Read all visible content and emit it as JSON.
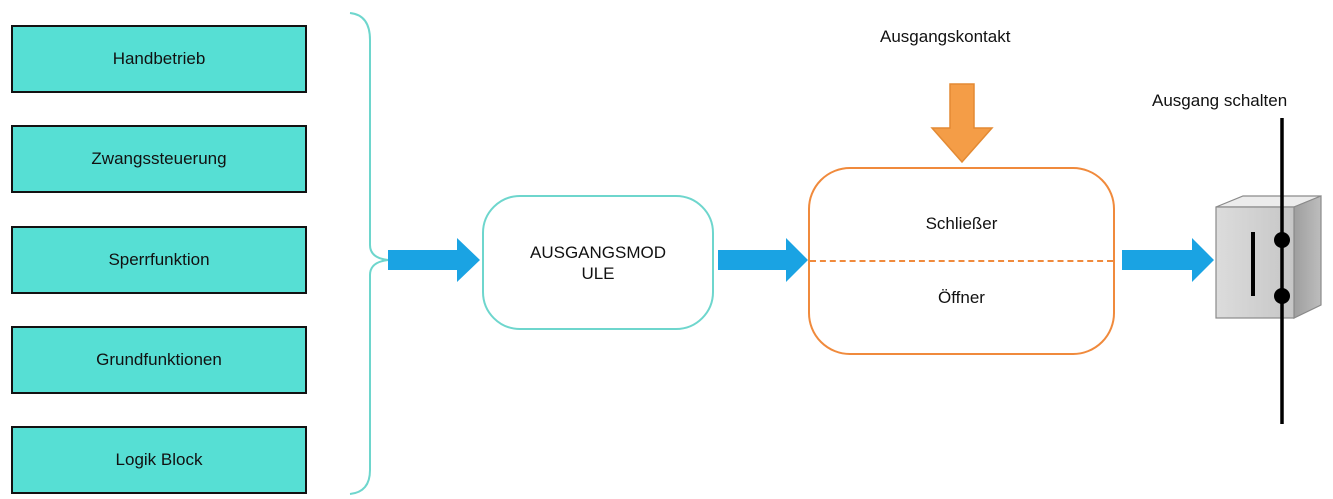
{
  "functions": [
    {
      "label": "Handbetrieb"
    },
    {
      "label": "Zwangssteuerung"
    },
    {
      "label": "Sperrfunktion"
    },
    {
      "label": "Grundfunktionen"
    },
    {
      "label": "Logik Block"
    }
  ],
  "module": {
    "label": "AUSGANGSMODULE"
  },
  "contact": {
    "title": "Ausgangskontakt",
    "closer": "Schließer",
    "opener": "Öffner"
  },
  "switch_output": {
    "title": "Ausgang schalten"
  },
  "colors": {
    "function_fill": "#56dfd4",
    "module_border": "#6ed6cd",
    "contact_border": "#f08a3c",
    "flow_arrow": "#1aa3e3",
    "contact_arrow": "#f49d47"
  }
}
